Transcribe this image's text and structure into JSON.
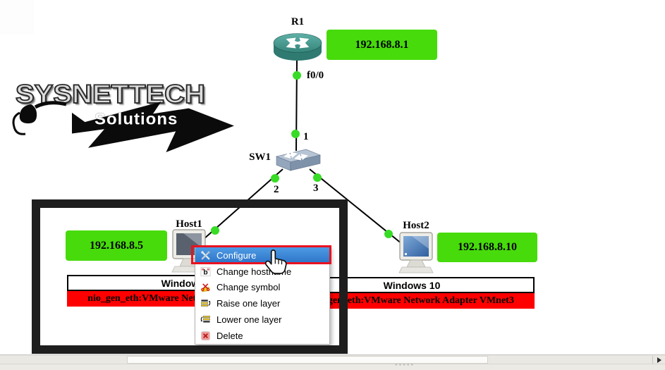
{
  "logo": {
    "brand": "SYSNETTECH",
    "subbrand": "Solutions"
  },
  "topology": {
    "devices": {
      "router": {
        "label": "R1"
      },
      "switch": {
        "label": "SW1"
      },
      "host1": {
        "label": "Host1"
      },
      "host2": {
        "label": "Host2"
      }
    },
    "interface_labels": {
      "router_port": "f0/0",
      "switch_port1": "1",
      "switch_port2": "2",
      "switch_port3": "3"
    },
    "ip_notes": {
      "router": "192.168.8.1",
      "host1": "192.168.8.5",
      "host2": "192.168.8.10"
    },
    "host_info_boxes": {
      "host1": {
        "os": "Windows 10",
        "adapter": "nio_gen_eth:VMware Network Adapter VMnet3"
      },
      "host2": {
        "os": "Windows 10",
        "adapter": "nio_gen_eth:VMware Network Adapter VMnet3"
      }
    }
  },
  "context_menu": {
    "items": [
      {
        "label": "Configure",
        "icon": "configure-tools-icon",
        "highlighted": true
      },
      {
        "label": "Change hostname",
        "icon": "rename-icon"
      },
      {
        "label": "Change symbol",
        "icon": "symbol-icon"
      },
      {
        "label": "Raise one layer",
        "icon": "raise-layer-icon"
      },
      {
        "label": "Lower one layer",
        "icon": "lower-layer-icon"
      },
      {
        "label": "Delete",
        "icon": "delete-icon"
      }
    ]
  },
  "colors": {
    "note_green": "#47DB0C",
    "adapter_red": "#FF0000",
    "menu_highlight_top": "#4E9BE4",
    "menu_highlight_bottom": "#2C73C8",
    "annotation_red": "#EA1220",
    "annotation_black": "#1E1E1E",
    "port_dot_green": "#38DC26"
  }
}
